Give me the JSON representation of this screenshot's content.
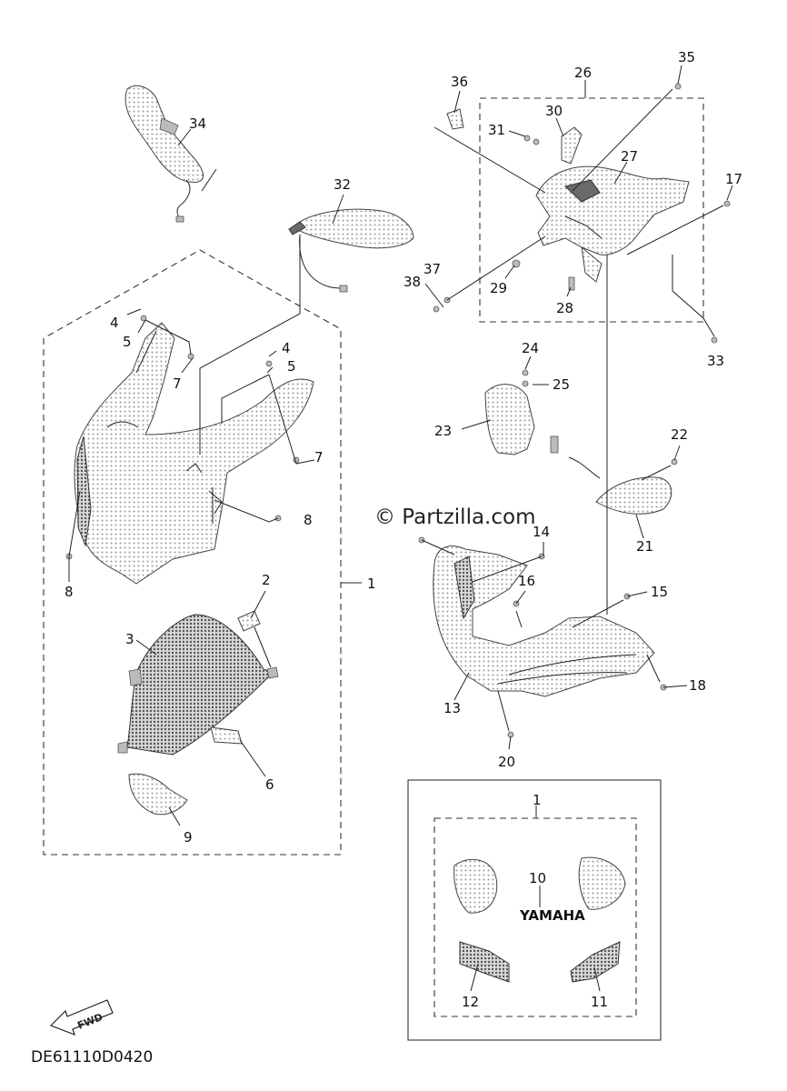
{
  "watermark": "© Partzilla.com",
  "diagram_code": "DE61110D0420",
  "direction_badge": "FWD",
  "logo_text": "YAMAHA",
  "callouts": {
    "n1a": "1",
    "n1b": "1",
    "n2": "2",
    "n3": "3",
    "n4a": "4",
    "n4b": "4",
    "n5a": "5",
    "n5b": "5",
    "n6": "6",
    "n7a": "7",
    "n7b": "7",
    "n8a": "8",
    "n8b": "8",
    "n9": "9",
    "n10": "10",
    "n11": "11",
    "n12": "12",
    "n13": "13",
    "n14": "14",
    "n15": "15",
    "n16": "16",
    "n17": "17",
    "n18": "18",
    "n20": "20",
    "n21": "21",
    "n22": "22",
    "n23": "23",
    "n24": "24",
    "n25": "25",
    "n26": "26",
    "n27": "27",
    "n28": "28",
    "n29": "29",
    "n30": "30",
    "n31": "31",
    "n32": "32",
    "n33": "33",
    "n34": "34",
    "n35": "35",
    "n36": "36",
    "n37": "37",
    "n38": "38"
  },
  "colors": {
    "ink": "#222222",
    "part_dot": "#9a9a9a",
    "background": "#ffffff"
  }
}
